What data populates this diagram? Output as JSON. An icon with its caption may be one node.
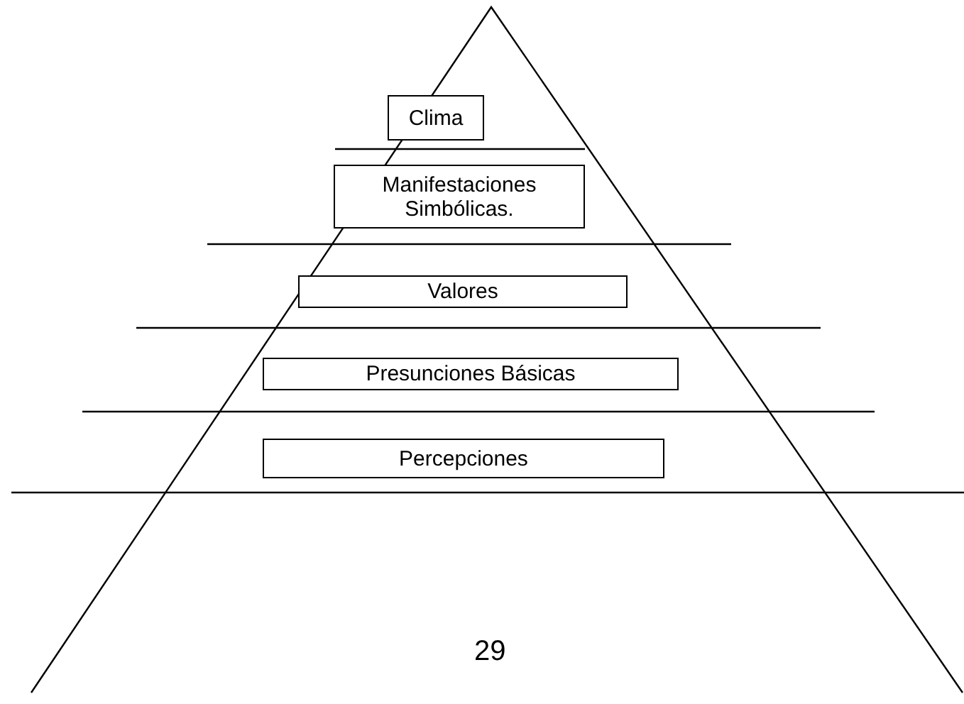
{
  "diagram": {
    "nodes": [
      {
        "text": [
          "Clima"
        ]
      },
      {
        "text": [
          "Manifestaciones Simbólicas."
        ]
      },
      {
        "text": [
          "Valores"
        ]
      },
      {
        "text": [
          "Presunciones Básicas"
        ]
      },
      {
        "text": [
          "Percepciones"
        ]
      }
    ],
    "labels": [
      "29"
    ]
  }
}
